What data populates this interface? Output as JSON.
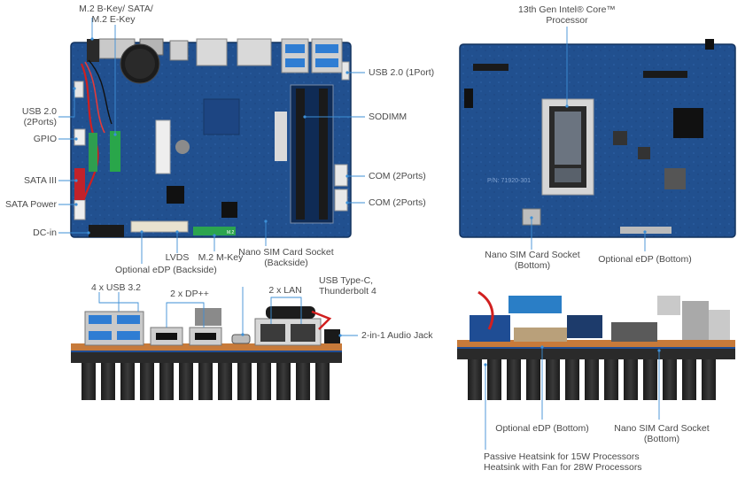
{
  "labels": {
    "m2_b_key": "M.2 B-Key/ SATA/",
    "m2_e_key": "M.2 E-Key",
    "usb2_2ports_a": "USB 2.0",
    "usb2_2ports_b": "(2Ports)",
    "gpio": "GPIO",
    "sata3": "SATA III",
    "sata_power": "SATA Power",
    "dc_in": "DC-in",
    "lvds": "LVDS",
    "optional_edp_backside": "Optional eDP (Backside)",
    "m2_m_key": "M.2 M-Key",
    "nano_sim_backside_a": "Nano SIM Card Socket",
    "nano_sim_backside_b": "(Backside)",
    "usb2_1port": "USB 2.0 (1Port)",
    "sodimm": "SODIMM",
    "com_a": "COM (2Ports)",
    "com_b": "COM (2Ports)",
    "cpu_a": "13th Gen Intel® Core™",
    "cpu_b": "Processor",
    "nano_sim_bottom_a": "Nano SIM Card Socket",
    "nano_sim_bottom_b": "(Bottom)",
    "optional_edp_bottom": "Optional eDP (Bottom)",
    "usb32": "4 x USB 3.2",
    "dp": "2 x DP++",
    "usb_c_a": "USB Type-C,",
    "usb_c_b": "Thunderbolt 4",
    "lan": "2 x LAN",
    "audio": "2-in-1 Audio Jack",
    "optional_edp_bottom2": "Optional eDP (Bottom)",
    "nano_sim_bottom2_a": "Nano SIM Card Socket",
    "nano_sim_bottom2_b": "(Bottom)",
    "heatsink_a": "Passive Heatsink for 15W Processors",
    "heatsink_b": "Heatsink with Fan for 28W Processors"
  },
  "board_markings": {
    "m2": "M.2",
    "pn": "P/N: 71920-301"
  },
  "colors": {
    "pcb": "#1f4d94",
    "pcb_dark": "#173d78",
    "leader": "#3d8fd6",
    "heatsink": "#2a2a2a",
    "label": "#4a4a4a"
  }
}
